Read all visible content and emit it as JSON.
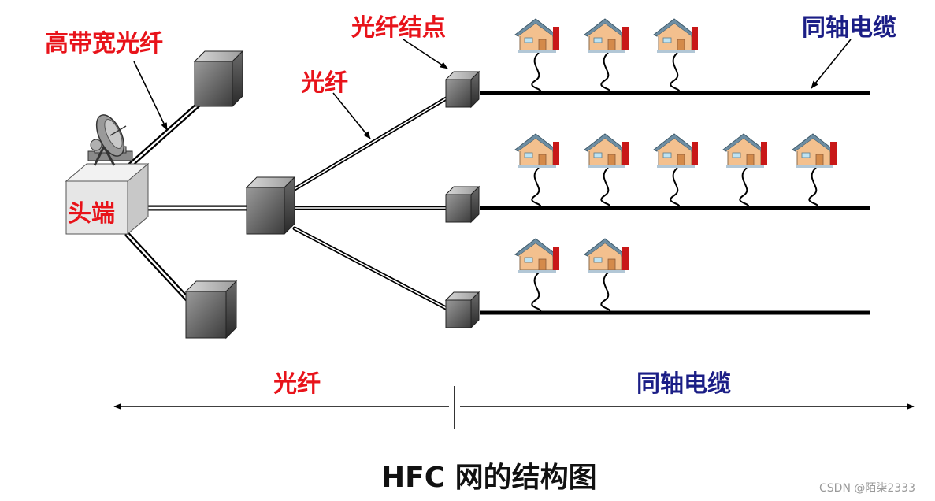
{
  "labels": {
    "broadband_fiber": "高带宽光纤",
    "fiber_upper": "光纤",
    "fiber_node": "光纤结点",
    "coax_upper": "同轴电缆",
    "head_end": "头端",
    "fiber_section": "光纤",
    "coax_section": "同轴电缆",
    "title": "HFC 网的结构图"
  },
  "watermark": "CSDN @陌柒2333",
  "colors": {
    "label_red": "#e8131a",
    "label_blue": "#1b1e86",
    "box_dark": "#5a5a5a",
    "head_box": "#e6e6e6",
    "house_wall": "#f3c08e",
    "house_roof": "#6e8ea3"
  },
  "houses_per_branch": [
    3,
    5,
    2
  ],
  "icons": [
    "satellite-dish-icon",
    "house-icon"
  ]
}
